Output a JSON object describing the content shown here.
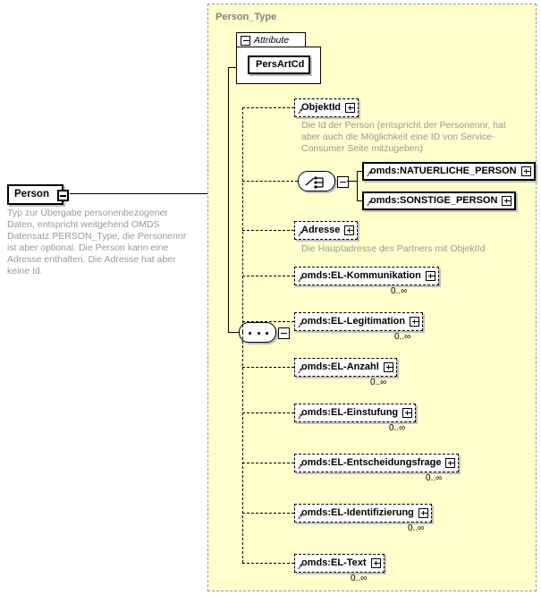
{
  "diagram": {
    "title": "Person_Type",
    "root_element": {
      "name": "Person",
      "toggle": "minus",
      "documentation": "Typ zur Übergabe personenbezogener Daten, entspricht weitgehend OMDS Datensatz PERSON_Type, die Personennr ist aber optional. Die Person kann eine Adresse enthalten. Die Adresse hat aber keine Id."
    },
    "attribute_group": {
      "label": "Attribute",
      "toggle": "minus",
      "attributes": [
        {
          "name": "PersArtCd"
        }
      ]
    },
    "sequence": {
      "compositor": "sequence",
      "toggle": "minus",
      "children": [
        {
          "name": "ObjektId",
          "toggle": "plus",
          "occurrence": "",
          "required": false,
          "documentation": "Die Id der Person (entspricht der Personennr, hat aber auch die Möglichkeit eine ID von Service-Consumer Seite mitzugeben)"
        },
        {
          "compositor": "choice",
          "toggle": "minus",
          "children": [
            {
              "name": "omds:NATUERLICHE_PERSON",
              "toggle": "plus",
              "occurrence": "",
              "required": true
            },
            {
              "name": "omds:SONSTIGE_PERSON",
              "toggle": "plus",
              "occurrence": "",
              "required": true
            }
          ]
        },
        {
          "name": "Adresse",
          "toggle": "plus",
          "occurrence": "",
          "required": false,
          "documentation": "Die Hauptadresse des Partners mit ObjektId"
        },
        {
          "name": "omds:EL-Kommunikation",
          "toggle": "plus",
          "occurrence": "0..∞",
          "required": false
        },
        {
          "name": "omds:EL-Legitimation",
          "toggle": "plus",
          "occurrence": "0..∞",
          "required": false
        },
        {
          "name": "omds:EL-Anzahl",
          "toggle": "plus",
          "occurrence": "0..∞",
          "required": false
        },
        {
          "name": "omds:EL-Einstufung",
          "toggle": "plus",
          "occurrence": "0..∞",
          "required": false
        },
        {
          "name": "omds:EL-Entscheidungsfrage",
          "toggle": "plus",
          "occurrence": "0..∞",
          "required": false
        },
        {
          "name": "omds:EL-Identifizierung",
          "toggle": "plus",
          "occurrence": "0..∞",
          "required": false
        },
        {
          "name": "omds:EL-Text",
          "toggle": "plus",
          "occurrence": "0..∞",
          "required": false
        }
      ]
    },
    "colors": {
      "container_fill": "#ffffcc",
      "container_border": "#999999",
      "documentation_text": "#999999",
      "node_fill": "#ffffff",
      "line": "#000000",
      "shadow": "#c0c0c0"
    }
  }
}
